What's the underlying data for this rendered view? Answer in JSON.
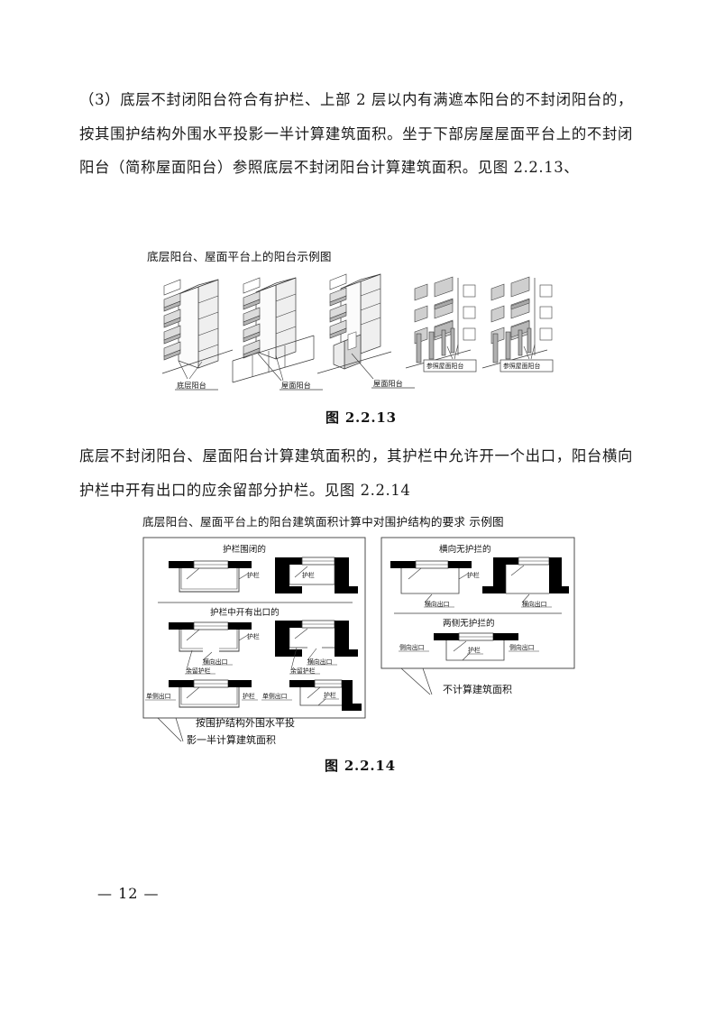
{
  "document": {
    "page_number": "— 12 —"
  },
  "paragraphs": {
    "p1": "（3）底层不封闭阳台符合有护栏、上部 2 层以内有满遮本阳台的不封闭阳台的，按其围护结构外围水平投影一半计算建筑面积。坐于下部房屋屋面平台上的不封闭阳台（简称屋面阳台）参照底层不封闭阳台计算建筑面积。见图 2.2.13、",
    "p2": "底层不封闭阳台、屋面阳台计算建筑面积的，其护栏中允许开一个出口，阳台横向护栏中开有出口的应余留部分护栏。见图 2.2.14"
  },
  "figure1": {
    "caption": "底层阳台、屋面平台上的阳台示例图",
    "number": "图 2.2.13",
    "labels": [
      "底层阳台",
      "屋面阳台",
      "屋面阳台",
      "参照屋面阳台",
      "参照屋面阳台"
    ]
  },
  "figure2": {
    "caption": "底层阳台、屋面平台上的阳台建筑面积计算中对围护结构的要求 示例图",
    "number": "图 2.2.14",
    "left_panel": {
      "section1_title": "护栏围闭的",
      "section2_title": "护栏中开有出口的",
      "labels": {
        "railing": "护栏",
        "transverse_exit": "横向出口",
        "remaining_railing": "余留护栏",
        "single_side_exit": "单侧出口"
      },
      "callout_line1": "按围护结构外围水平投",
      "callout_line2": "影一半计算建筑面积"
    },
    "right_panel": {
      "section1_title": "横向无护拦的",
      "section2_title": "两侧无护拦的",
      "labels": {
        "railing": "护栏",
        "transverse_exit": "横向出口",
        "side_exit": "侧向出口"
      },
      "callout": "不计算建筑面积"
    }
  },
  "colors": {
    "ink": "#111111",
    "line": "#333333",
    "fill_light": "#e8e8e8",
    "fill_mid": "#c9c9c9",
    "fill_dark": "#9a9a9a",
    "solid_black": "#000000"
  }
}
